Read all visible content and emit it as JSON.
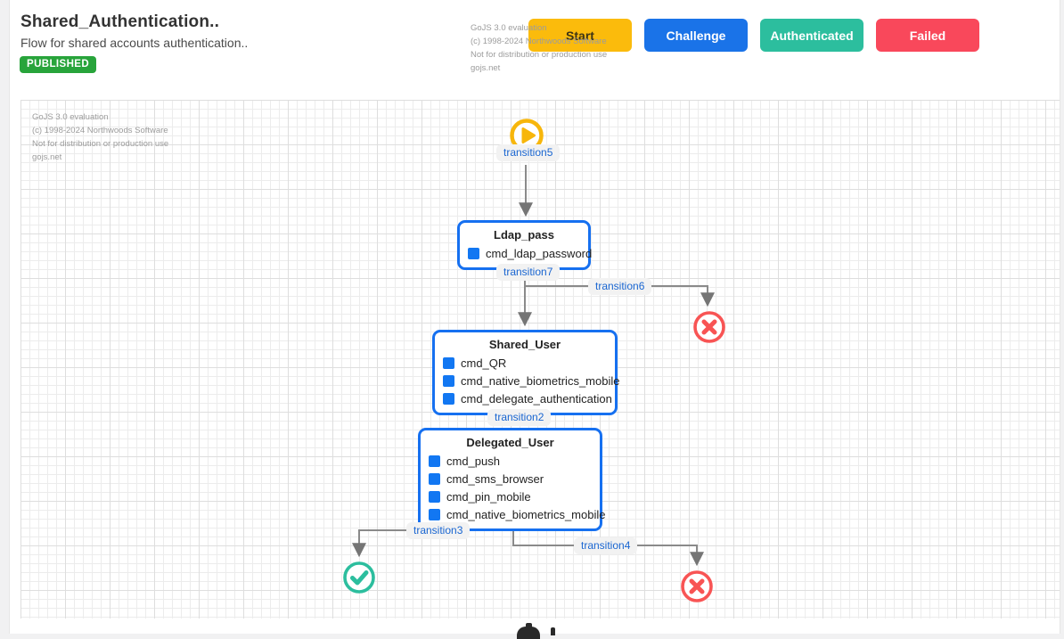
{
  "header": {
    "title": "Shared_Authentication..",
    "subtitle": "Flow for shared accounts authentication..",
    "status_badge": "PUBLISHED"
  },
  "gojs_watermark": {
    "line1": "GoJS 3.0 evaluation",
    "line2": "(c) 1998-2024 Northwoods Software",
    "line3": "Not for distribution or production use",
    "line4": "gojs.net"
  },
  "palette": {
    "buttons": [
      {
        "label": "Start",
        "color": "#FBBB0C",
        "text_color": "#3D3415"
      },
      {
        "label": "Challenge",
        "color": "#1A73E8",
        "text_color": "#FFFFFF"
      },
      {
        "label": "Authenticated",
        "color": "#2CBE9E",
        "text_color": "#FFFFFF"
      },
      {
        "label": "Failed",
        "color": "#F9485B",
        "text_color": "#FFFFFF"
      }
    ]
  },
  "diagram": {
    "nodes": [
      {
        "title": "Ldap_pass",
        "items": [
          "cmd_ldap_password"
        ]
      },
      {
        "title": "Shared_User",
        "items": [
          "cmd_QR",
          "cmd_native_biometrics_mobile",
          "cmd_delegate_authentication"
        ]
      },
      {
        "title": "Delegated_User",
        "items": [
          "cmd_push",
          "cmd_sms_browser",
          "cmd_pin_mobile",
          "cmd_native_biometrics_mobile"
        ]
      }
    ],
    "links": [
      {
        "label": "transition5"
      },
      {
        "label": "transition7"
      },
      {
        "label": "transition6"
      },
      {
        "label": "transition2"
      },
      {
        "label": "transition3"
      },
      {
        "label": "transition4"
      }
    ],
    "terminals": {
      "start_icon": "play-circle",
      "failed_icon": "x-circle",
      "authenticated_icon": "check-circle"
    }
  },
  "colors": {
    "badge_green": "#28A43B",
    "node_border_blue": "#1670F0",
    "item_square_blue": "#1277F2",
    "link_gray": "#8A8A8A",
    "transition_text_blue": "#1A66D1",
    "play_yellow": "#F7B60B",
    "fail_red": "#F85454",
    "success_teal": "#2CBE9E",
    "watermark_gray": "#9C9C9C"
  }
}
